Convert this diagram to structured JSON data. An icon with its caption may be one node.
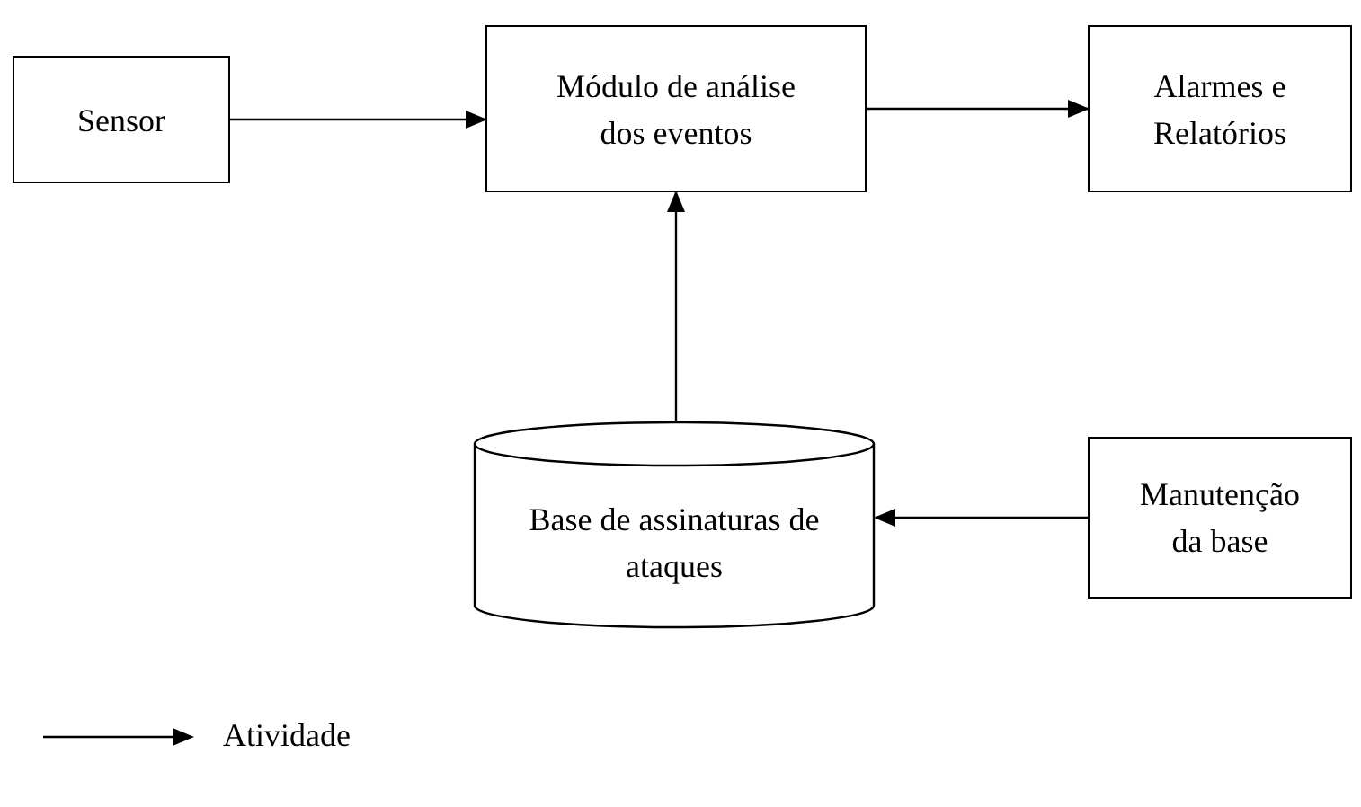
{
  "diagram": {
    "nodes": [
      {
        "text": [
          "Sensor"
        ]
      },
      {
        "text": [
          "Módulo de análise dos eventos"
        ]
      },
      {
        "text": [
          "Alarmes e Relatórios"
        ]
      },
      {
        "text": [
          "Base de assinaturas de ataques"
        ]
      },
      {
        "text": [
          "Manutenção da base"
        ]
      }
    ],
    "edges": [
      {
        "from": 0,
        "to": 1,
        "arrow": "to"
      },
      {
        "from": 1,
        "to": 2,
        "arrow": "to"
      },
      {
        "from": 3,
        "to": 1,
        "arrow": "to"
      },
      {
        "from": 4,
        "to": 3,
        "arrow": "to"
      }
    ],
    "legend": [
      {
        "text": "Atividade"
      }
    ]
  }
}
